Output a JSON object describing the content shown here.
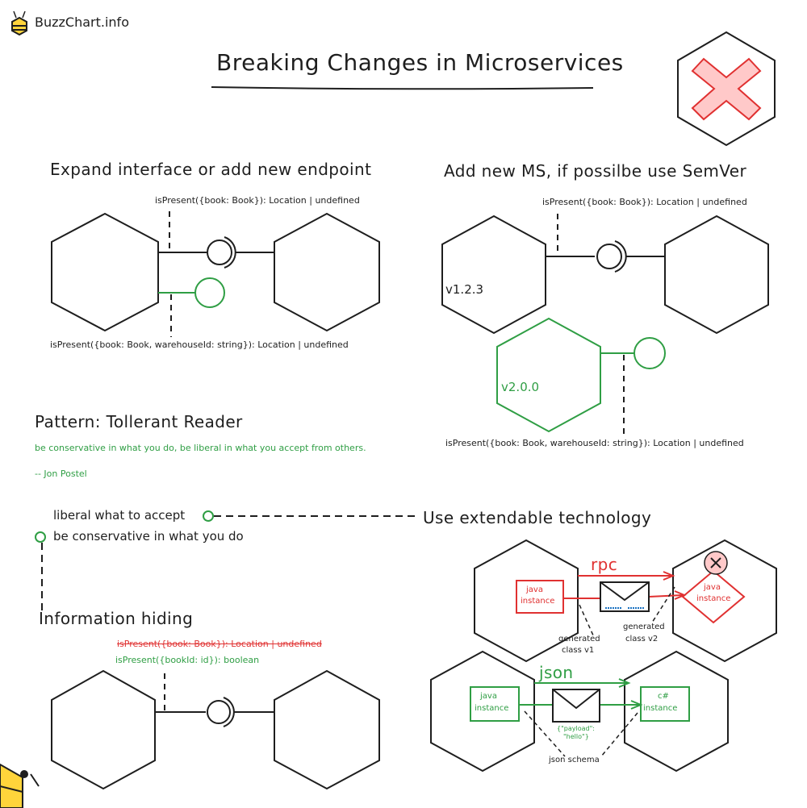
{
  "logo": {
    "text": "BuzzChart.info"
  },
  "title": "Breaking Changes in Microservices",
  "section1": {
    "heading": "Expand interface or add new endpoint",
    "sig_top": "isPresent({book: Book}): Location | undefined",
    "sig_bottom": "isPresent({book: Book, warehouseId: string}): Location | undefined"
  },
  "section2": {
    "heading": "Add new MS, if possilbe use SemVer",
    "sig_top": "isPresent({book: Book}): Location | undefined",
    "version_old": "v1.2.3",
    "version_new": "v2.0.0",
    "sig_bottom": "isPresent({book: Book, warehouseId: string}): Location | undefined"
  },
  "pattern": {
    "heading": "Pattern: Tollerant Reader",
    "quote": "be conservative in what you do, be liberal in what you accept from others.",
    "author": "-- Jon Postel"
  },
  "principles": {
    "liberal": "liberal what to accept",
    "conservative": "be conservative in what you do",
    "extendable": "Use extendable technology",
    "hiding": "Information hiding"
  },
  "hiding": {
    "sig_old": "isPresent({book: Book}): Location | undefined",
    "sig_new": "isPresent({bookId: id}): boolean"
  },
  "rpc": {
    "label": "rpc",
    "instance_left": [
      "java",
      "instance"
    ],
    "instance_right": [
      "java",
      "instance"
    ],
    "generated_v1": [
      "generated",
      "class v1"
    ],
    "generated_v2": [
      "generated",
      "class v2"
    ]
  },
  "json": {
    "label": "json",
    "instance_left": [
      "java",
      "instance"
    ],
    "instance_right": [
      "c#",
      "instance"
    ],
    "payload": [
      "{\"payload\":",
      "\"hello\"}"
    ],
    "schema": "json schema"
  },
  "colors": {
    "ink": "#1e1e1e",
    "green": "#2f9e44",
    "red": "#e03131",
    "pink": "#ffc9c9"
  }
}
